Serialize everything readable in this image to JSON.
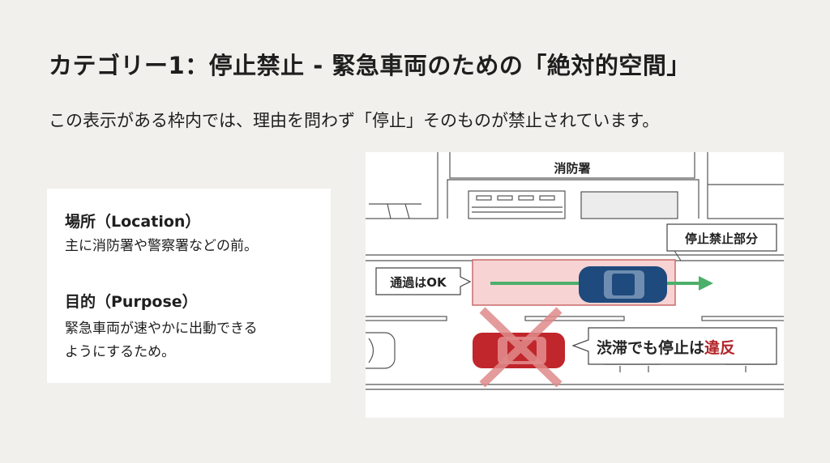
{
  "title": "カテゴリー1：停止禁止 - 緊急車両のための「絶対的空間」",
  "subtitle": "この表示がある枠内では、理由を問わず「停止」そのものが禁止されています。",
  "card": {
    "location_heading": "場所（Location）",
    "location_text": "主に消防署や警察署などの前。",
    "purpose_heading": "目的（Purpose）",
    "purpose_lines": [
      "緊急車両が速やかに出動できる",
      "ようにするため。"
    ]
  },
  "illustration": {
    "building_label": "消防署",
    "zone_label": "停止禁止部分",
    "pass_label": "通過はOK",
    "violation_label_prefix": "渋滞でも停止は",
    "violation_label_emphasis": "違反",
    "colors": {
      "zone": "#f7d3d3",
      "zone_border": "#c96b6b",
      "arrow": "#4caf6a",
      "blue_car": "#1f4a7d",
      "red_car": "#c0262b",
      "emphasis": "#b3262b"
    }
  }
}
